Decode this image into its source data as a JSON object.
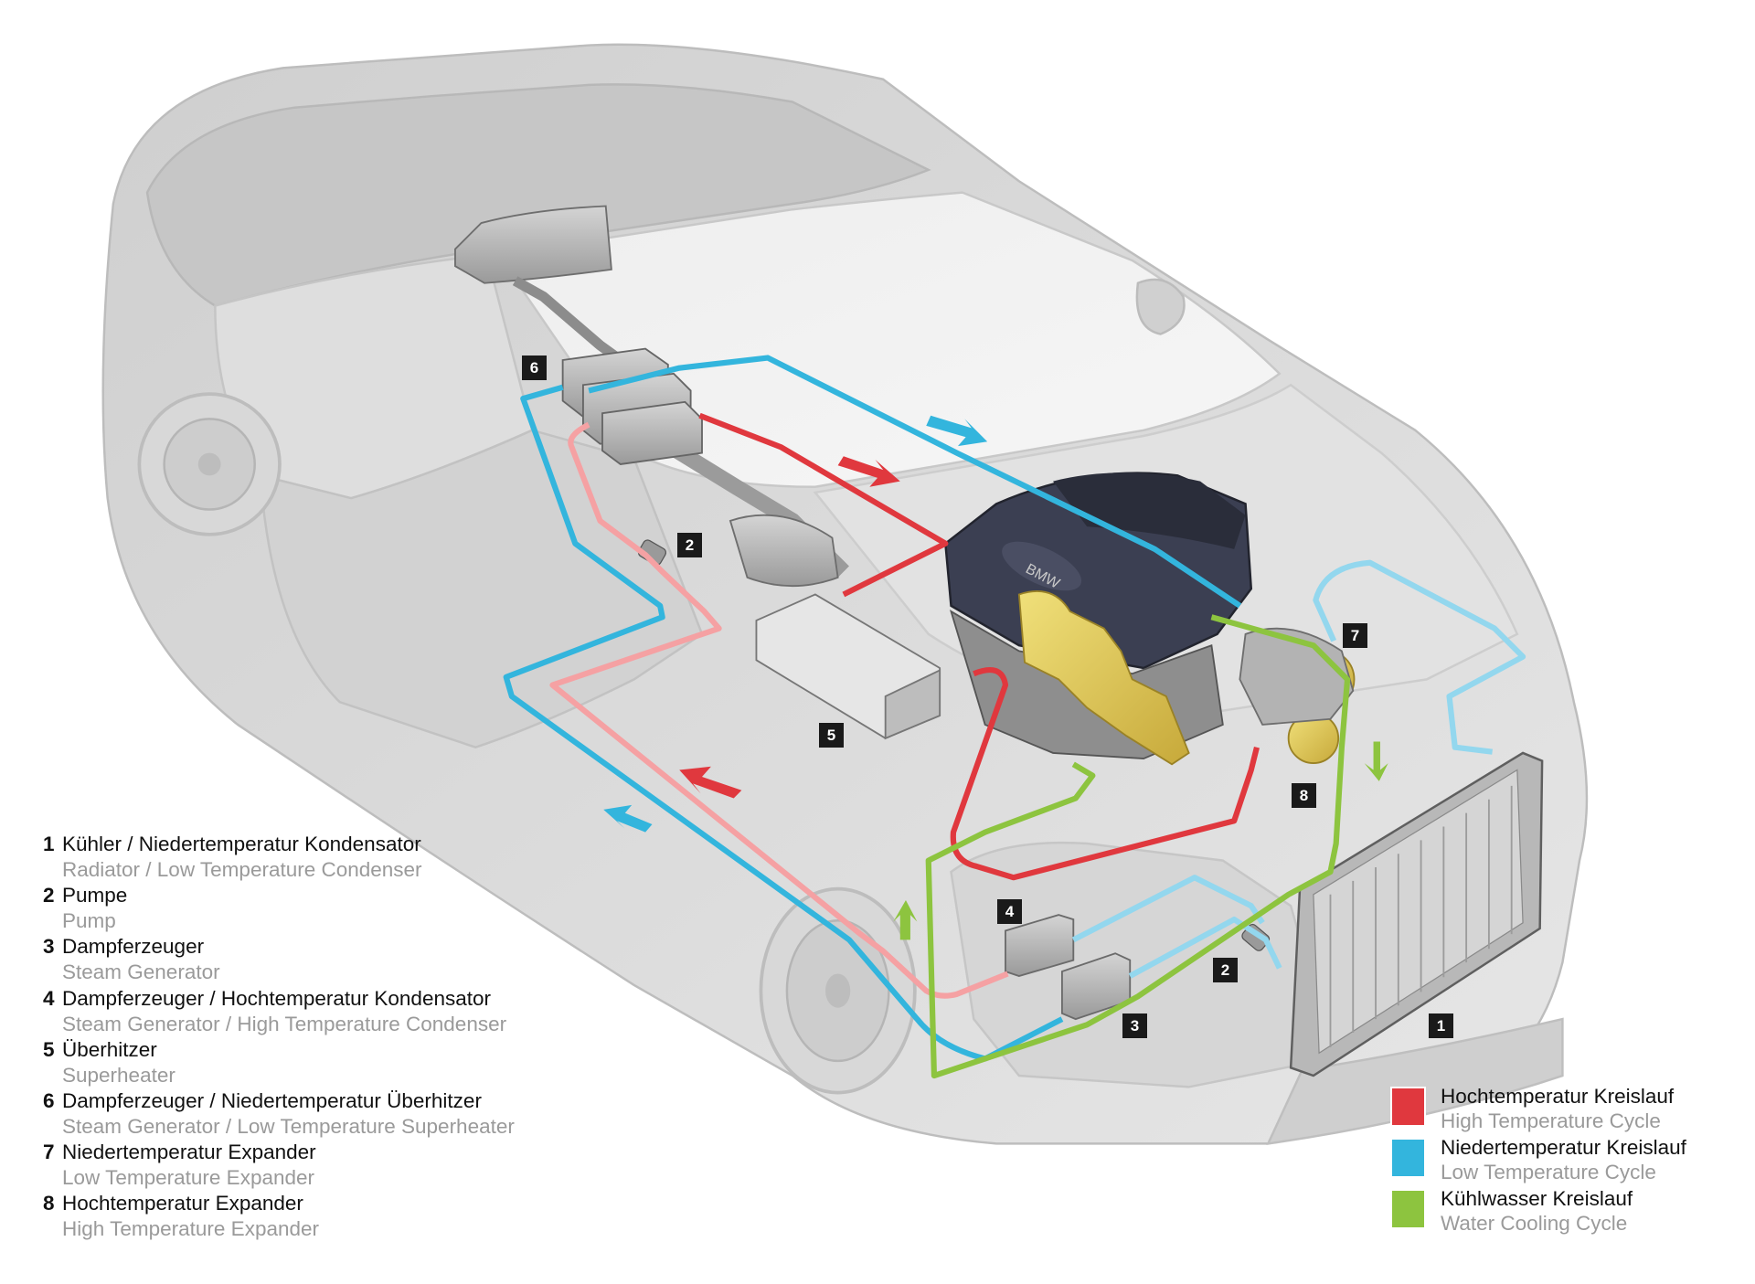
{
  "components": [
    {
      "num": "1",
      "de": "Kühler / Niedertemperatur Kondensator",
      "en": "Radiator / Low Temperature Condenser"
    },
    {
      "num": "2",
      "de": "Pumpe",
      "en": "Pump"
    },
    {
      "num": "3",
      "de": "Dampferzeuger",
      "en": "Steam Generator"
    },
    {
      "num": "4",
      "de": "Dampferzeuger / Hochtemperatur Kondensator",
      "en": "Steam Generator / High Temperature Condenser"
    },
    {
      "num": "5",
      "de": "Überhitzer",
      "en": "Superheater"
    },
    {
      "num": "6",
      "de": "Dampferzeuger / Niedertemperatur Überhitzer",
      "en": "Steam Generator / Low Temperature Superheater"
    },
    {
      "num": "7",
      "de": "Niedertemperatur Expander",
      "en": "Low Temperature Expander"
    },
    {
      "num": "8",
      "de": "Hochtemperatur Expander",
      "en": "High Temperature Expander"
    }
  ],
  "legend": [
    {
      "de": "Hochtemperatur Kreislauf",
      "en": "High Temperature Cycle",
      "color": "#e0383e"
    },
    {
      "de": "Niedertemperatur Kreislauf",
      "en": "Low Temperature Cycle",
      "color": "#33b5dd"
    },
    {
      "de": "Kühlwasser Kreislauf",
      "en": "Water Cooling Cycle",
      "color": "#8dc43f"
    }
  ],
  "markers": {
    "m6": "6",
    "m2a": "2",
    "m5": "5",
    "m7": "7",
    "m8": "8",
    "m4": "4",
    "m2b": "2",
    "m3": "3",
    "m1": "1"
  },
  "engine_badge": "BMW",
  "colors": {
    "red": "#e0383e",
    "blue": "#33b5dd",
    "green": "#8dc43f",
    "car_body": "#d9d9d9"
  }
}
